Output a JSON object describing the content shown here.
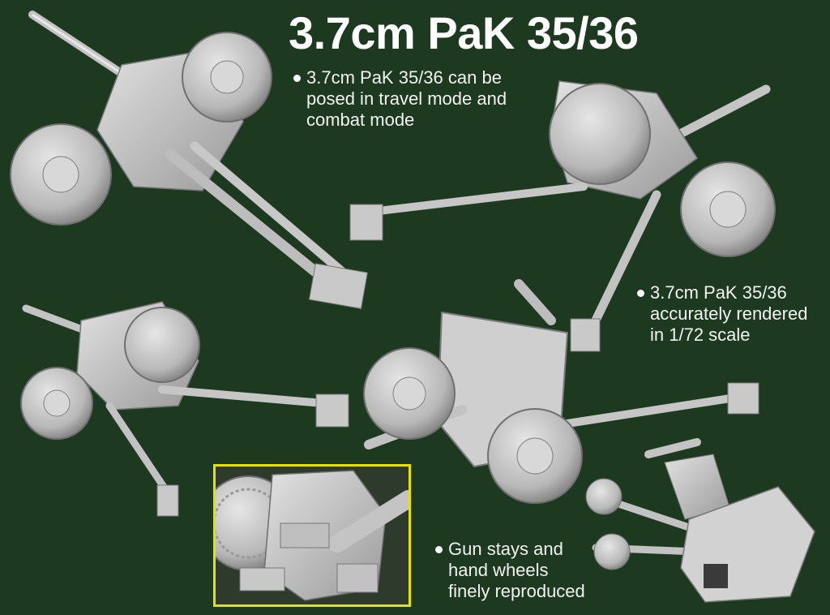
{
  "title": "3.7cm PaK 35/36",
  "colors": {
    "background": "#1d3a20",
    "model_grey": "#c9c9c9",
    "model_shadow": "#8a8a8a",
    "inset_border": "#e8e000",
    "text": "#ffffff"
  },
  "bullets": [
    {
      "lines": [
        "3.7cm PaK 35/36 can be",
        "posed in travel mode and",
        "combat mode"
      ]
    },
    {
      "lines": [
        "3.7cm PaK 35/36",
        "accurately rendered",
        "in 1/72 scale"
      ]
    },
    {
      "lines": [
        "Gun stays and",
        "hand wheels",
        "finely reproduced"
      ]
    }
  ],
  "images": [
    {
      "name": "gun-travel-mode-top-left"
    },
    {
      "name": "gun-combat-mode-top-right"
    },
    {
      "name": "gun-combat-mode-middle-left"
    },
    {
      "name": "gun-shield-front-center"
    },
    {
      "name": "gun-parts-breakdown"
    },
    {
      "name": "detail-closeup-inset"
    }
  ]
}
